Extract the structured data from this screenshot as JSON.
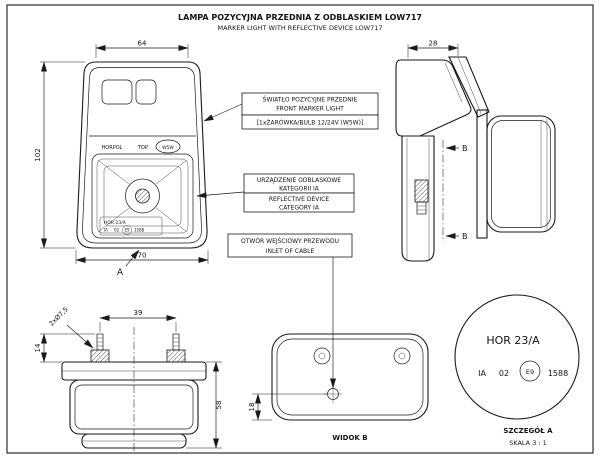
{
  "style": {
    "ink": "#1a1a1a",
    "paper": "#ffffff"
  },
  "title": {
    "line1": "LAMPA POZYCYJNA PRZEDNIA Z ODBLASKIEM LOW717",
    "line2": "MARKER LIGHT WITH REFLECTIVE DEVICE LOW717"
  },
  "dimensions": {
    "front_top_width": "64",
    "front_height": "102",
    "front_bottom_width": "70",
    "side_depth": "28",
    "hole_spacing": "39",
    "holes_note": "2xØ7,5",
    "stud_height": "14",
    "body_height": "58",
    "inlet_offset": "18"
  },
  "refs": {
    "detail": "A",
    "section_top": "B",
    "section_bottom": "B"
  },
  "view_labels": {
    "widok_b": "WIDOK B",
    "detail_a": "SZCZEGÓŁ A",
    "detail_scale": "SKALA 3 : 1"
  },
  "callouts": {
    "marker_light": {
      "line1": "ŚWIATŁO POZYCYJNE PRZEDNIE",
      "line2": "FRONT MARKER LIGHT",
      "line3": "[1xŻARÓWKA/BULB 12/24V (W5W)]"
    },
    "reflector": {
      "line1": "URZĄDZENIE ODBLASKOWE",
      "line2": "KATEGORII IA",
      "line3": "REFLECTIVE DEVICE",
      "line4": "CATEGORY IA"
    },
    "inlet": {
      "line1": "OTWÓR WEJŚCIOWY PRZEWODU",
      "line2": "INLET OF CABLE"
    }
  },
  "lamp_face": {
    "brand": "HORPOL",
    "top_mark": "TOP",
    "bulb": "W5W"
  },
  "detail_a": {
    "model": "HOR 23/A",
    "category": "IA",
    "code": "02",
    "e_mark": "E9",
    "approval_number": "1588"
  }
}
